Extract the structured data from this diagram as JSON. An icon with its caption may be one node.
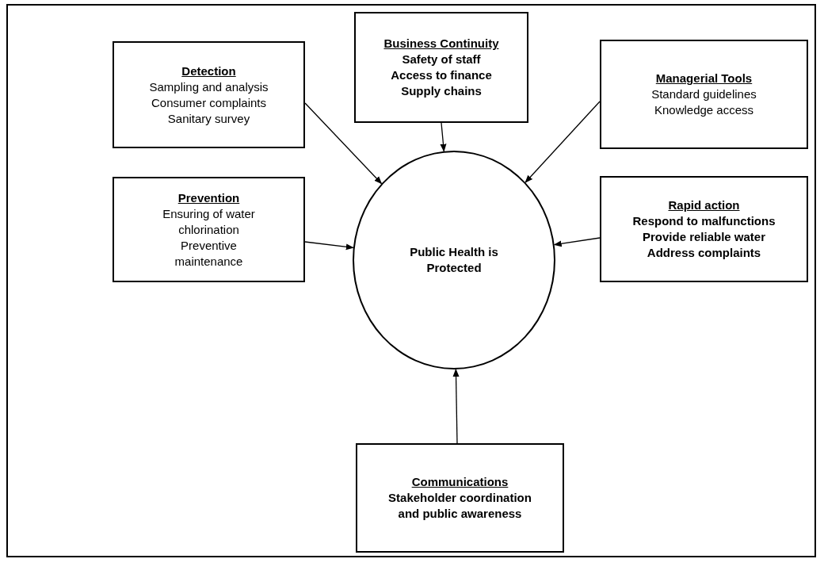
{
  "diagram": {
    "nodes": [
      {
        "text": [
          "Business Continuity",
          "Safety of staff",
          "Access to finance",
          "Supply chains"
        ]
      },
      {
        "text": [
          "Detection",
          "Sampling and analysis",
          "Consumer complaints",
          "Sanitary survey"
        ]
      },
      {
        "text": [
          "Managerial Tools",
          "Standard guidelines",
          "Knowledge access"
        ]
      },
      {
        "text": [
          "Public Health is Protected"
        ]
      },
      {
        "text": [
          "Prevention",
          "Ensuring of water chlorination",
          "Preventive maintenance"
        ]
      },
      {
        "text": [
          "Rapid action",
          "Respond to malfunctions",
          "Provide reliable water",
          "Address complaints"
        ]
      },
      {
        "text": [
          "Communications",
          "Stakeholder coordination and public awareness"
        ]
      }
    ],
    "edges": [
      {
        "from": 0,
        "to": 3,
        "arrow": "to"
      },
      {
        "from": 1,
        "to": 3,
        "arrow": "to"
      },
      {
        "from": 2,
        "to": 3,
        "arrow": "to"
      },
      {
        "from": 4,
        "to": 3,
        "arrow": "to"
      },
      {
        "from": 5,
        "to": 3,
        "arrow": "to"
      },
      {
        "from": 6,
        "to": 3,
        "arrow": "to"
      }
    ]
  }
}
